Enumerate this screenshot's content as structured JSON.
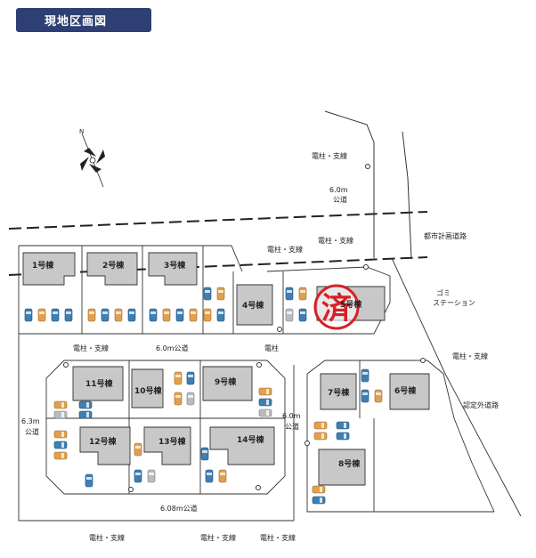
{
  "header": {
    "title": "現地区画図"
  },
  "lots": {
    "l1": "1号棟",
    "l2": "2号棟",
    "l3": "3号棟",
    "l4": "4号棟",
    "l5": "5号棟",
    "l6": "6号棟",
    "l7": "7号棟",
    "l8": "8号棟",
    "l9": "9号棟",
    "l10": "10号棟",
    "l11": "11号棟",
    "l12": "12号棟",
    "l13": "13号棟",
    "l14": "14号棟"
  },
  "labels": {
    "pole": "電柱・支線",
    "pole_only": "電柱",
    "road_6m": "6.0m",
    "public_road": "公道",
    "road_6m_full": "6.0m公道",
    "road_608": "6.08m公道",
    "road_63": "6.3m",
    "planned_road": "都市計画道路",
    "garbage1": "ゴミ",
    "garbage2": "ステーション",
    "outside_road": "認定外道路",
    "sold_stamp": "済"
  },
  "colors": {
    "car_blue": "#3f7fb2",
    "car_orange": "#e0a050",
    "car_grey": "#b8bcc1",
    "house": "#c8c8c8",
    "sold_red": "#d81f26",
    "badge": "#2d3f73"
  }
}
